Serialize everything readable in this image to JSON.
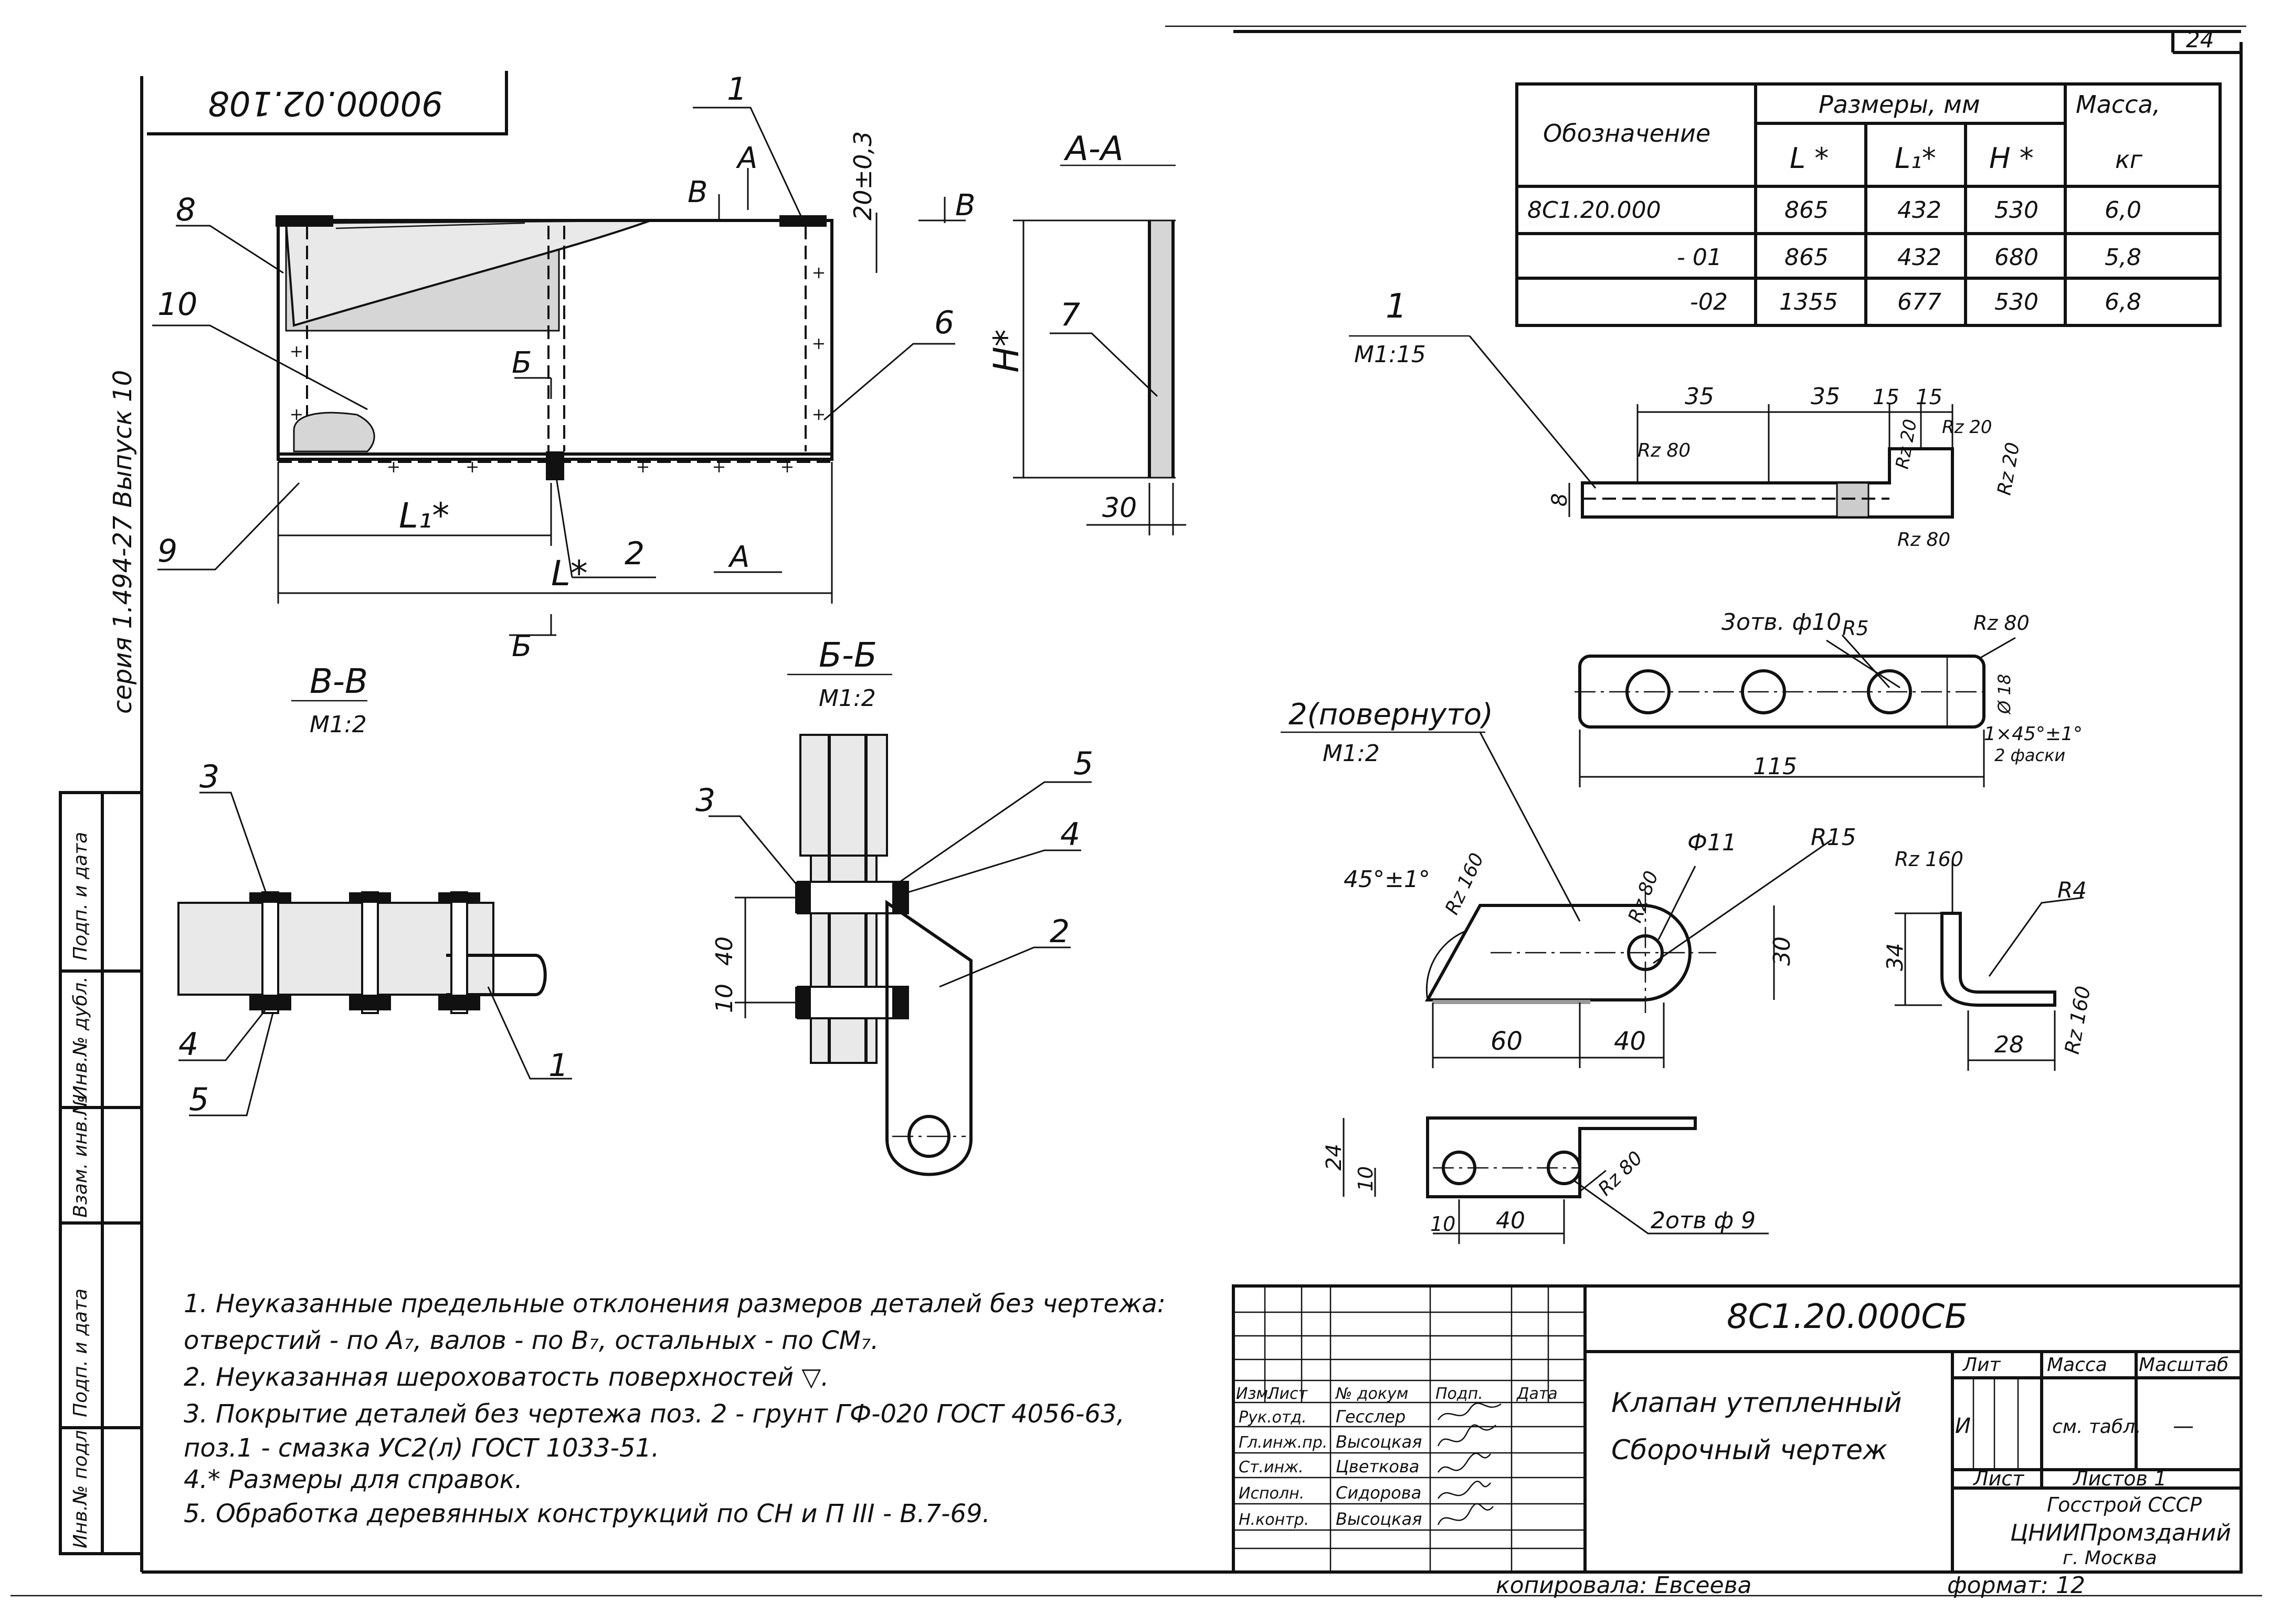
{
  "sheet": {
    "number": "24",
    "code_rotated": "90000.02.108",
    "series": "серия 1.494-27  Выпуск 10"
  },
  "views": {
    "main": {
      "title": "",
      "labels": [
        "1",
        "8",
        "10",
        "6",
        "9",
        "2",
        "В",
        "В",
        "А",
        "А",
        "Б",
        "Б"
      ],
      "dims": {
        "l1": "L₁*",
        "l": "L*",
        "h": "H*",
        "gap": "20±0,3"
      }
    },
    "section_aa": {
      "title": "А-А",
      "callout": "7",
      "dim": "30"
    },
    "section_vv": {
      "title": "В-В",
      "scale": "М1:2",
      "callouts": [
        "3",
        "4",
        "5",
        "1"
      ]
    },
    "section_bb": {
      "title": "Б-Б",
      "scale": "М1:2",
      "callouts": [
        "3",
        "5",
        "4",
        "2"
      ],
      "dims": [
        "40",
        "10"
      ]
    },
    "part1": {
      "title": "1",
      "scale": "М1:15",
      "dims": [
        "35",
        "35",
        "15",
        "15",
        "8",
        "115"
      ],
      "roughness": [
        "Rz 80",
        "Rz 20",
        "Rz 20",
        "Rz 20",
        "Rz 80",
        "Rz 80",
        "R5"
      ],
      "holes": "3отв. ф10",
      "chamfer": "1×45°±1°",
      "chamfer_note": "2 фаски",
      "side_dim": "Ø 18"
    },
    "part2": {
      "title": "2(повернуто)",
      "scale": "М1:2",
      "dims": [
        "60",
        "40",
        "30",
        "34",
        "28",
        "24",
        "10",
        "10",
        "40"
      ],
      "angle": "45°±1°",
      "hole_dia": "Ф11",
      "radius": "R15",
      "roughness": [
        "Rz 160",
        "Rz 80",
        "Rz 160",
        "Rz 160",
        "Rz 80"
      ],
      "bend_radius": "R4",
      "holes": "2отв ф 9"
    }
  },
  "table": {
    "header_designation": "Обозначение",
    "header_dims": "Размеры, мм",
    "header_mass": "Масса,",
    "mass_unit": "кг",
    "sub_headers": [
      "L *",
      "L₁*",
      "H *"
    ],
    "rows": [
      {
        "designation": "8С1.20.000",
        "L": "865",
        "L1": "432",
        "H": "530",
        "mass": "6,0"
      },
      {
        "designation": "- 01",
        "L": "865",
        "L1": "432",
        "H": "680",
        "mass": "5,8"
      },
      {
        "designation": "-02",
        "L": "1355",
        "L1": "677",
        "H": "530",
        "mass": "6,8"
      }
    ]
  },
  "notes": [
    "1.  Неуказанные предельные отклонения размеров деталей без чертежа:",
    "     отверстий - по А₇, валов - по В₇, остальных - по СМ₇.",
    "2.  Неуказанная шероховатость поверхностей ▽.",
    "3.  Покрытие деталей без чертежа поз. 2 - грунт ГФ-020 ГОСТ 4056-63,",
    "     поз.1 - смазка УС2(л) ГОСТ 1033-51.",
    "4.* Размеры для справок.",
    "5.  Обработка деревянных конструкций по СН и П III - В.7-69."
  ],
  "title_block": {
    "code": "8С1.20.000СБ",
    "name_line1": "Клапан утепленный",
    "name_line2": "Сборочный чертеж",
    "hdr": [
      "Изм.",
      "Лист",
      "№ докум",
      "Подп.",
      "Дата"
    ],
    "roles": [
      "Рук.отд.",
      "Гл.инж.пр.",
      "Ст.инж.",
      "Исполн.",
      "Н.контр."
    ],
    "names": [
      "Гесслер",
      "Высоцкая",
      "Цветкова",
      "Сидорова",
      "Высоцкая"
    ],
    "lit_label": "Лит",
    "mass_label": "Масса",
    "scale_label": "Масштаб",
    "lit_value": "И",
    "mass_value": "см. табл.",
    "scale_value": "—",
    "sheet_label": "Лист",
    "sheets_label": "Листов 1",
    "org1": "Госстрой СССР",
    "org2": "ЦНИИПромзданий",
    "org3": "г. Москва"
  },
  "side_stamp": [
    "Подп. и дата",
    "Инв.№ дубл.",
    "Взам. инв.№",
    "Подп. и дата",
    "Инв.№ подл."
  ],
  "footer": {
    "copied": "копировала: Евсеева",
    "format": "формат: 12"
  }
}
